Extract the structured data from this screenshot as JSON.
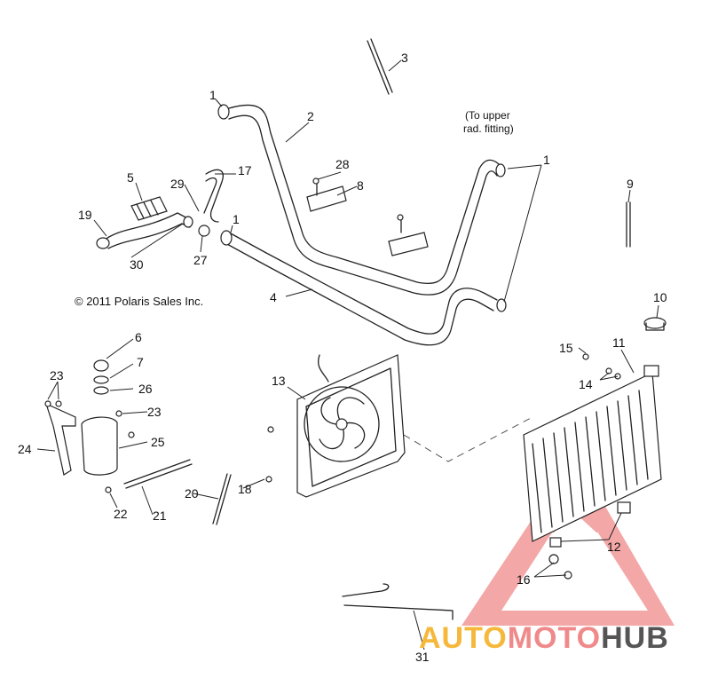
{
  "copyright": "© 2011 Polaris Sales Inc.",
  "note_line1": "(To upper",
  "note_line2": "rad. fitting)",
  "callouts": {
    "c1a": "1",
    "c1b": "1",
    "c1c": "1",
    "c2": "2",
    "c3": "3",
    "c4": "4",
    "c5": "5",
    "c6": "6",
    "c7": "7",
    "c8": "8",
    "c9": "9",
    "c10": "10",
    "c11": "11",
    "c12": "12",
    "c13": "13",
    "c14": "14",
    "c15": "15",
    "c16": "16",
    "c17": "17",
    "c18": "18",
    "c19": "19",
    "c20": "20",
    "c21": "21",
    "c22": "22",
    "c23a": "23",
    "c23b": "23",
    "c24": "24",
    "c25": "25",
    "c26": "26",
    "c27": "27",
    "c28": "28",
    "c29": "29",
    "c30": "30",
    "c31": "31"
  },
  "watermark": {
    "part1": "AUTO",
    "part2": "MOTO",
    "part3": "HUB",
    "color_primary": "#f08a8a",
    "color_accent": "#f5b83a",
    "color_dark": "#555555"
  }
}
